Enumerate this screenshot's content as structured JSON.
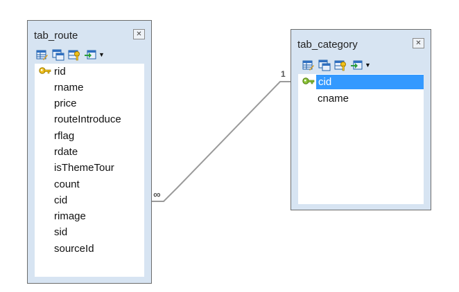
{
  "tables": {
    "route": {
      "title": "tab_route",
      "fields": [
        "rid",
        "rname",
        "price",
        "routeIntroduce",
        "rflag",
        "rdate",
        "isThemeTour",
        "count",
        "cid",
        "rimage",
        "sid",
        "sourceId"
      ],
      "primary_key": "rid"
    },
    "category": {
      "title": "tab_category",
      "fields": [
        "cid",
        "cname"
      ],
      "primary_key": "cid",
      "selected_field": "cid"
    }
  },
  "relationship": {
    "many_label": "∞",
    "one_label": "1"
  },
  "icons": {
    "close": "close-icon",
    "toolbar": [
      "table-design-icon",
      "table-open-icon",
      "table-key-icon",
      "table-export-icon",
      "dropdown-arrow-icon"
    ],
    "primary_key": "key-icon"
  },
  "colors": {
    "panel_bg": "#d7e4f2",
    "selected_bg": "#3399ff",
    "connector": "#9a9a9a"
  }
}
